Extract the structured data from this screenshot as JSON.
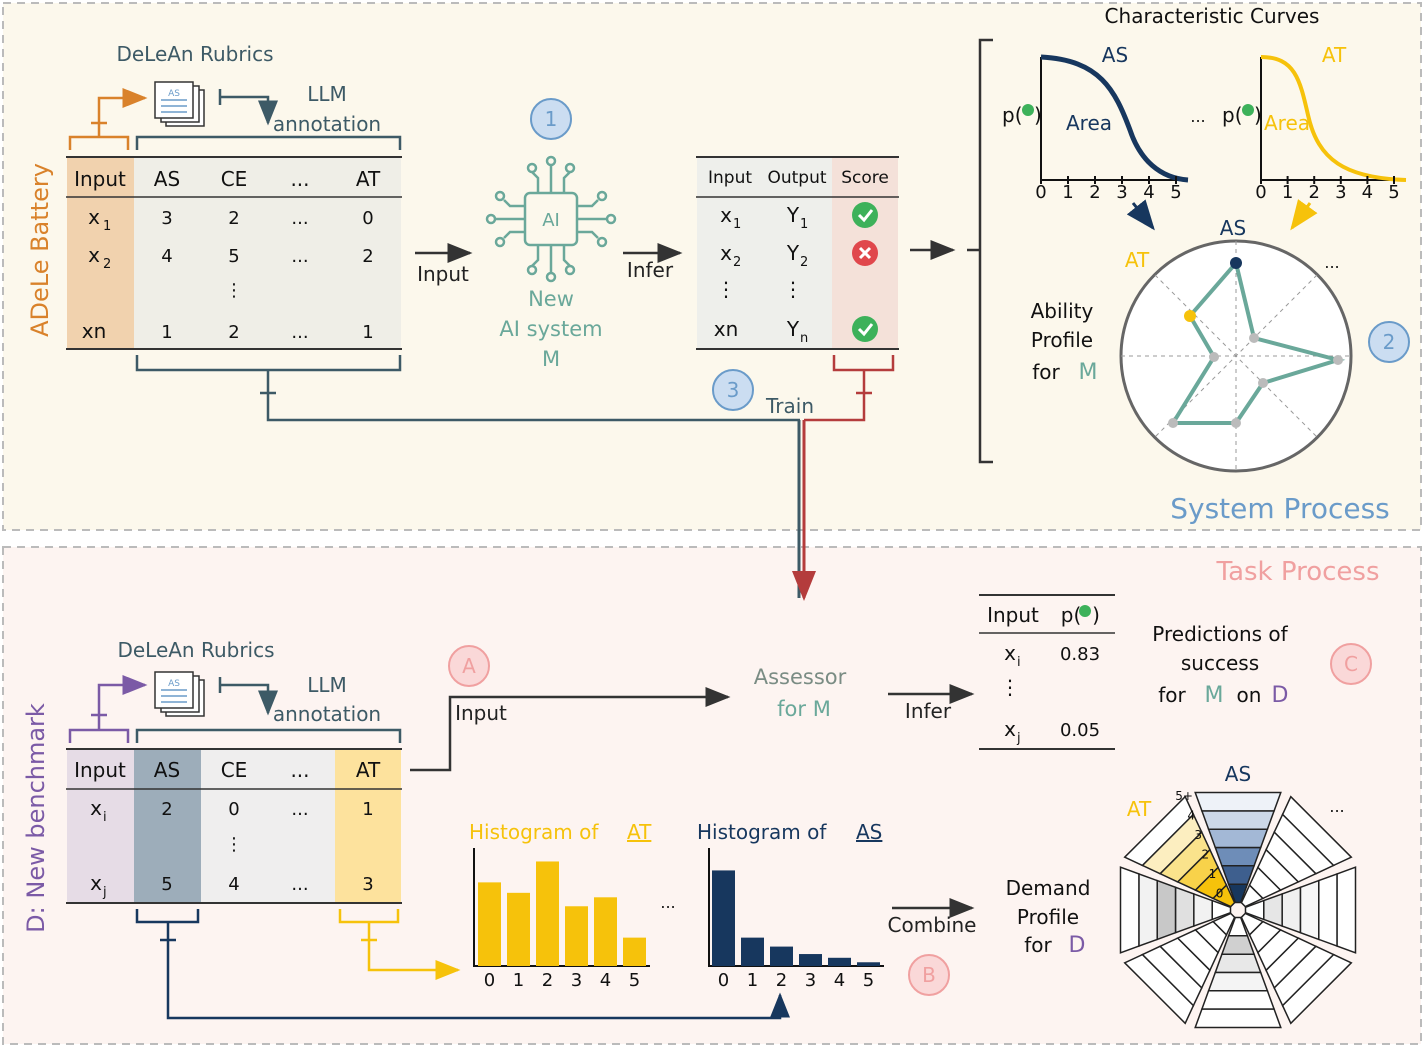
{
  "colors": {
    "orange": "#D9822B",
    "teal": "#6AA89A",
    "navy": "#17375E",
    "yellow": "#F6C20B",
    "purple": "#7B5AA6",
    "red": "#B43C3C",
    "slate": "#3D5A66",
    "blue_label": "#6A9BC9",
    "pink": "#F0A0A0",
    "green": "#3DB15A",
    "wrong_red": "#E0474C"
  },
  "system": {
    "battery_label": "ADeLe Battery",
    "section_label": "System Process",
    "rubrics_label": "DeLeAn Rubrics",
    "doc_label": "AS",
    "llm_label": "LLM",
    "annotation_label": "annotation",
    "table": {
      "headers": [
        "Input",
        "AS",
        "CE",
        "...",
        "AT"
      ],
      "rows": [
        [
          "x",
          "3",
          "2",
          "...",
          "0"
        ],
        [
          "x",
          "4",
          "5",
          "...",
          "2"
        ],
        [
          "",
          "",
          "⋮",
          "",
          ""
        ],
        [
          "xn",
          "1",
          "2",
          "...",
          "1"
        ]
      ],
      "row_subs": [
        "1",
        "2",
        "",
        ""
      ]
    },
    "input_arrow_label": "Input",
    "ai_chip_label": "AI",
    "step1": "1",
    "new_system_lines": [
      "New",
      "AI system",
      "M"
    ],
    "infer_label": "Infer",
    "results": {
      "headers": [
        "Input",
        "Output",
        "Score"
      ],
      "inputs": [
        "x",
        "x",
        "⋮",
        "xn"
      ],
      "input_subs": [
        "1",
        "2",
        "",
        ""
      ],
      "outputs": [
        "Y",
        "Y",
        "⋮",
        "Y"
      ],
      "output_subs": [
        "1",
        "2",
        "",
        "n"
      ],
      "scores": [
        "correct",
        "wrong",
        "",
        "correct"
      ]
    },
    "step3": "3",
    "train_label": "Train",
    "curves_title": "Characteristic Curves",
    "curve_as_label": "AS",
    "curve_at_label": "AT",
    "p_label": "p(",
    "p_close": ")",
    "area_label": "Area",
    "curve_ticks": [
      "0",
      "1",
      "2",
      "3",
      "4",
      "5"
    ],
    "curve_dots": "...",
    "radar_as": "AS",
    "radar_at": "AT",
    "radar_dots": "...",
    "ability_lines": [
      "Ability",
      "Profile",
      "for"
    ],
    "ability_m": "M",
    "step2": "2"
  },
  "task": {
    "section_label": "Task Process",
    "benchmark_label": "D: New benchmark",
    "rubrics_label": "DeLeAn Rubrics",
    "doc_label": "AS",
    "llm_label": "LLM",
    "annotation_label": "annotation",
    "table": {
      "headers": [
        "Input",
        "AS",
        "CE",
        "...",
        "AT"
      ],
      "rows": [
        [
          "x",
          "2",
          "0",
          "...",
          "1"
        ],
        [
          "",
          "",
          "⋮",
          "",
          ""
        ],
        [
          "x",
          "5",
          "4",
          "...",
          "3"
        ]
      ],
      "row_subs": [
        "i",
        "",
        "j"
      ]
    },
    "stepA": "A",
    "input_label": "Input",
    "assessor_line1": "Assessor",
    "assessor_line2": "for M",
    "infer_label": "Infer",
    "predictions": {
      "headers": [
        "Input",
        "p("
      ],
      "close": ")",
      "rows": [
        [
          "x",
          "0.83"
        ],
        [
          "⋮",
          ""
        ],
        [
          "x",
          "0.05"
        ]
      ],
      "subs": [
        "i",
        "",
        "j"
      ]
    },
    "pred_text_lines": [
      "Predictions of",
      "success"
    ],
    "pred_for": "for",
    "pred_m": "M",
    "pred_on": "on",
    "pred_d": "D",
    "stepC": "C",
    "hist_at_prefix": "Histogram of ",
    "hist_at_var": "AT",
    "hist_as_prefix": "Histogram of ",
    "hist_as_var": "AS",
    "hist_dots": "...",
    "hist_ticks": [
      "0",
      "1",
      "2",
      "3",
      "4",
      "5"
    ],
    "hist_at_values": [
      5.6,
      4.9,
      7.0,
      4.0,
      4.6,
      1.9
    ],
    "hist_as_values": [
      6.4,
      1.9,
      1.3,
      0.8,
      0.55,
      0.25
    ],
    "combine_label": "Combine",
    "stepB": "B",
    "demand_lines": [
      "Demand",
      "Profile",
      "for"
    ],
    "demand_d": "D",
    "demand_as": "AS",
    "demand_at": "AT",
    "demand_dots": "...",
    "level_labels": [
      "5+",
      "4",
      "3",
      "2",
      "1",
      "0"
    ]
  }
}
